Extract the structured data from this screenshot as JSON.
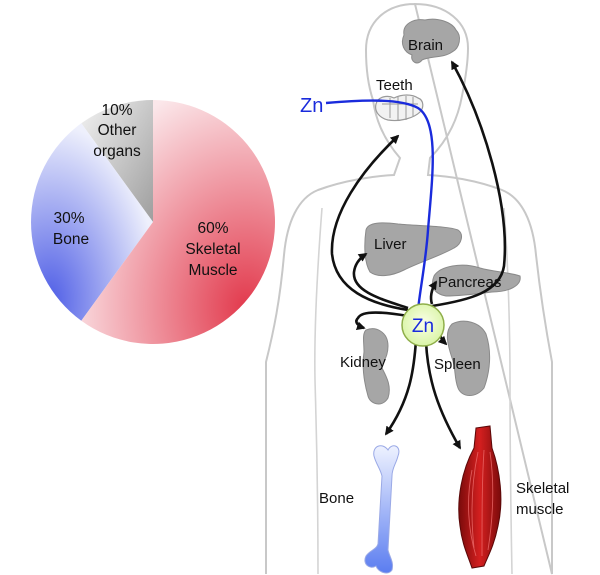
{
  "pie": {
    "slices": [
      {
        "percent": "10%",
        "line1": "Other",
        "line2": "organs",
        "value": 10,
        "color": "#b9b9b9"
      },
      {
        "percent": "30%",
        "line1": "Bone",
        "line2": "",
        "value": 30,
        "color": "#5f6fe6"
      },
      {
        "percent": "60%",
        "line1": "Skeletal",
        "line2": "Muscle",
        "value": 60,
        "color": "#e05565"
      }
    ]
  },
  "labels": {
    "brain": "Brain",
    "teeth": "Teeth",
    "zn_input": "Zn",
    "liver": "Liver",
    "pancreas": "Pancreas",
    "zn_center": "Zn",
    "kidney": "Kidney",
    "spleen": "Spleen",
    "bone": "Bone",
    "muscle_line1": "Skeletal",
    "muscle_line2": "muscle"
  }
}
